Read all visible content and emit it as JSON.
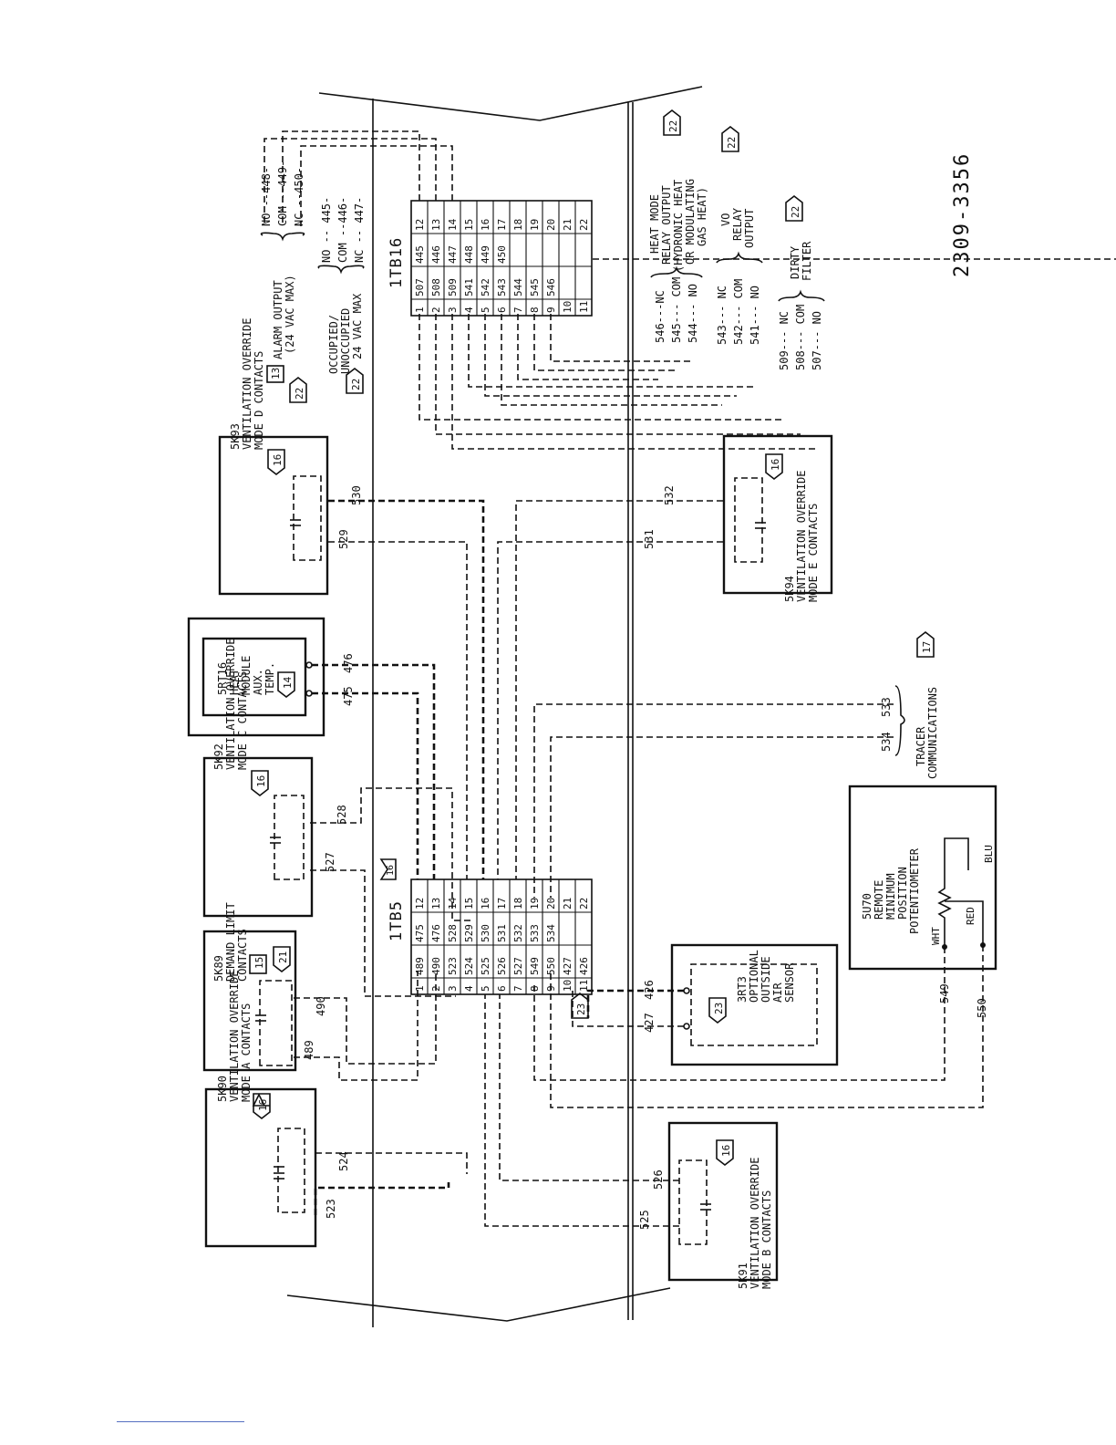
{
  "drawing_number": "2309-3356",
  "tb5": {
    "label": "1TB5",
    "tag": "16",
    "rows": [
      [
        "1",
        "489",
        "475",
        "12"
      ],
      [
        "2",
        "490",
        "476",
        "13"
      ],
      [
        "3",
        "523",
        "528",
        "14"
      ],
      [
        "4",
        "524",
        "529",
        "15"
      ],
      [
        "5",
        "525",
        "530",
        "16"
      ],
      [
        "6",
        "526",
        "531",
        "17"
      ],
      [
        "7",
        "527",
        "532",
        "18"
      ],
      [
        "8",
        "549",
        "533",
        "19"
      ],
      [
        "9",
        "550",
        "534",
        "20"
      ],
      [
        "10",
        "427",
        "",
        "21"
      ],
      [
        "11",
        "426",
        "",
        "22"
      ]
    ]
  },
  "tb16": {
    "label": "1TB16",
    "rows": [
      [
        "1",
        "507",
        "445",
        "12"
      ],
      [
        "2",
        "508",
        "446",
        "13"
      ],
      [
        "3",
        "509",
        "447",
        "14"
      ],
      [
        "4",
        "541",
        "448",
        "15"
      ],
      [
        "5",
        "542",
        "449",
        "16"
      ],
      [
        "6",
        "543",
        "450",
        "17"
      ],
      [
        "7",
        "544",
        "",
        "18"
      ],
      [
        "8",
        "545",
        "",
        "19"
      ],
      [
        "9",
        "546",
        "",
        "20"
      ],
      [
        "10",
        "",
        "",
        "21"
      ],
      [
        "11",
        "",
        "",
        "22"
      ]
    ]
  },
  "components": {
    "5k90": {
      "lines": [
        "5K90",
        "VENTILATION OVERRIDE",
        "MODE A CONTACTS"
      ],
      "tag": "16",
      "wires": [
        "523",
        "524"
      ]
    },
    "5k89": {
      "lines": [
        "5K89",
        "DEMAND LIMIT",
        "CONTACTS"
      ],
      "tags": [
        "15",
        "21"
      ],
      "wires": [
        "489",
        "490"
      ]
    },
    "5k92": {
      "lines": [
        "5K92",
        "VENTILATION OVERRIDE",
        "MODE C CONTACTS"
      ],
      "tag": "16",
      "wires": [
        "527",
        "528"
      ]
    },
    "5rt16": {
      "lines": [
        "5RT16",
        "HEAT",
        "MODULE",
        "AUX.",
        "TEMP."
      ],
      "tag": "14",
      "wires": [
        "475",
        "476"
      ]
    },
    "5k93": {
      "lines": [
        "5K93",
        "VENTILATION OVERRIDE",
        "MODE D CONTACTS"
      ],
      "tag": "16",
      "wires": [
        "529",
        "530"
      ]
    },
    "5k94": {
      "lines": [
        "5K94",
        "VENTILATION OVERRIDE",
        "MODE E CONTACTS"
      ],
      "tag": "16",
      "wires": [
        "531",
        "532"
      ]
    },
    "5k91": {
      "lines": [
        "5K91",
        "VENTILATION OVERRIDE",
        "MODE B CONTACTS"
      ],
      "tag": "16",
      "wires": [
        "525",
        "526"
      ]
    },
    "3rt3": {
      "lines": [
        "3RT3",
        "OPTIONAL",
        "OUTSIDE",
        "AIR",
        "SENSOR"
      ],
      "tag": "23",
      "wires": [
        "427",
        "426"
      ]
    },
    "5u70": {
      "lines": [
        "5U70",
        "REMOTE",
        "MINIMUM",
        "POSITION",
        "POTENTIOMETER"
      ],
      "terminals": [
        "WHT",
        "RED",
        "BLU"
      ],
      "wires": [
        "549",
        "550"
      ]
    }
  },
  "tag_23": "23",
  "tracer": {
    "lines": [
      "TRACER",
      "COMMUNICATIONS"
    ],
    "tag": "17",
    "wires": [
      "534",
      "533"
    ]
  },
  "alarm": {
    "tags": [
      "13",
      "22"
    ],
    "lines": [
      "ALARM  OUTPUT",
      "(24 VAC MAX)"
    ],
    "terms": [
      "NO --448-",
      "COM --449-",
      "NC --450-"
    ]
  },
  "occupied": {
    "tag": "22",
    "lines": [
      "OCCUPIED/",
      "UNOCCUPIED",
      "24 VAC MAX"
    ],
    "terms": [
      "NO -- 445-",
      "COM --446-",
      "NC -- 447-"
    ]
  },
  "heat_mode": {
    "tag": "22",
    "lines": [
      "HEAT MODE",
      "RELAY OUTPUT",
      "(HYDRONIC HEAT",
      "OR MODULATING",
      "GAS HEAT)"
    ],
    "terms": [
      "546---NC",
      "545--- COM",
      "544--- NO"
    ]
  },
  "vo_relay": {
    "tag": "22",
    "lines": [
      "VO",
      "RELAY",
      "OUTPUT"
    ],
    "terms": [
      "543--- NC",
      "542--- COM",
      "541--- NO"
    ]
  },
  "dirty_filter": {
    "tag": "22",
    "lines": [
      "DIRTY",
      "FILTER"
    ],
    "terms": [
      "509--- NC",
      "508--- COM",
      "507--- NO"
    ]
  }
}
